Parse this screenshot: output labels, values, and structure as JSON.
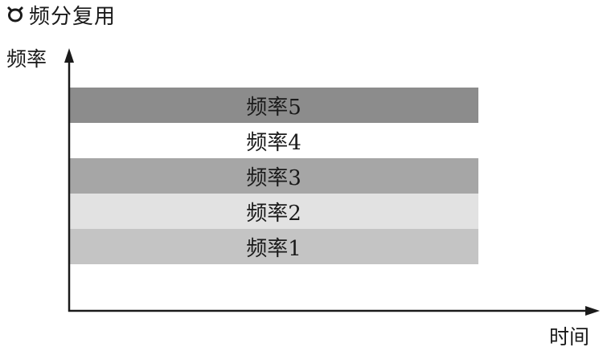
{
  "title": "频分复用",
  "title_icon": "multiplexing-symbol-icon",
  "axes": {
    "y_label": "频率",
    "x_label": "时间"
  },
  "bands": [
    {
      "label": "频率5",
      "color": "#8c8c8c"
    },
    {
      "label": "频率4",
      "color": "#ffffff"
    },
    {
      "label": "频率3",
      "color": "#a6a6a6"
    },
    {
      "label": "频率2",
      "color": "#e2e2e2"
    },
    {
      "label": "频率1",
      "color": "#c4c4c4"
    }
  ]
}
